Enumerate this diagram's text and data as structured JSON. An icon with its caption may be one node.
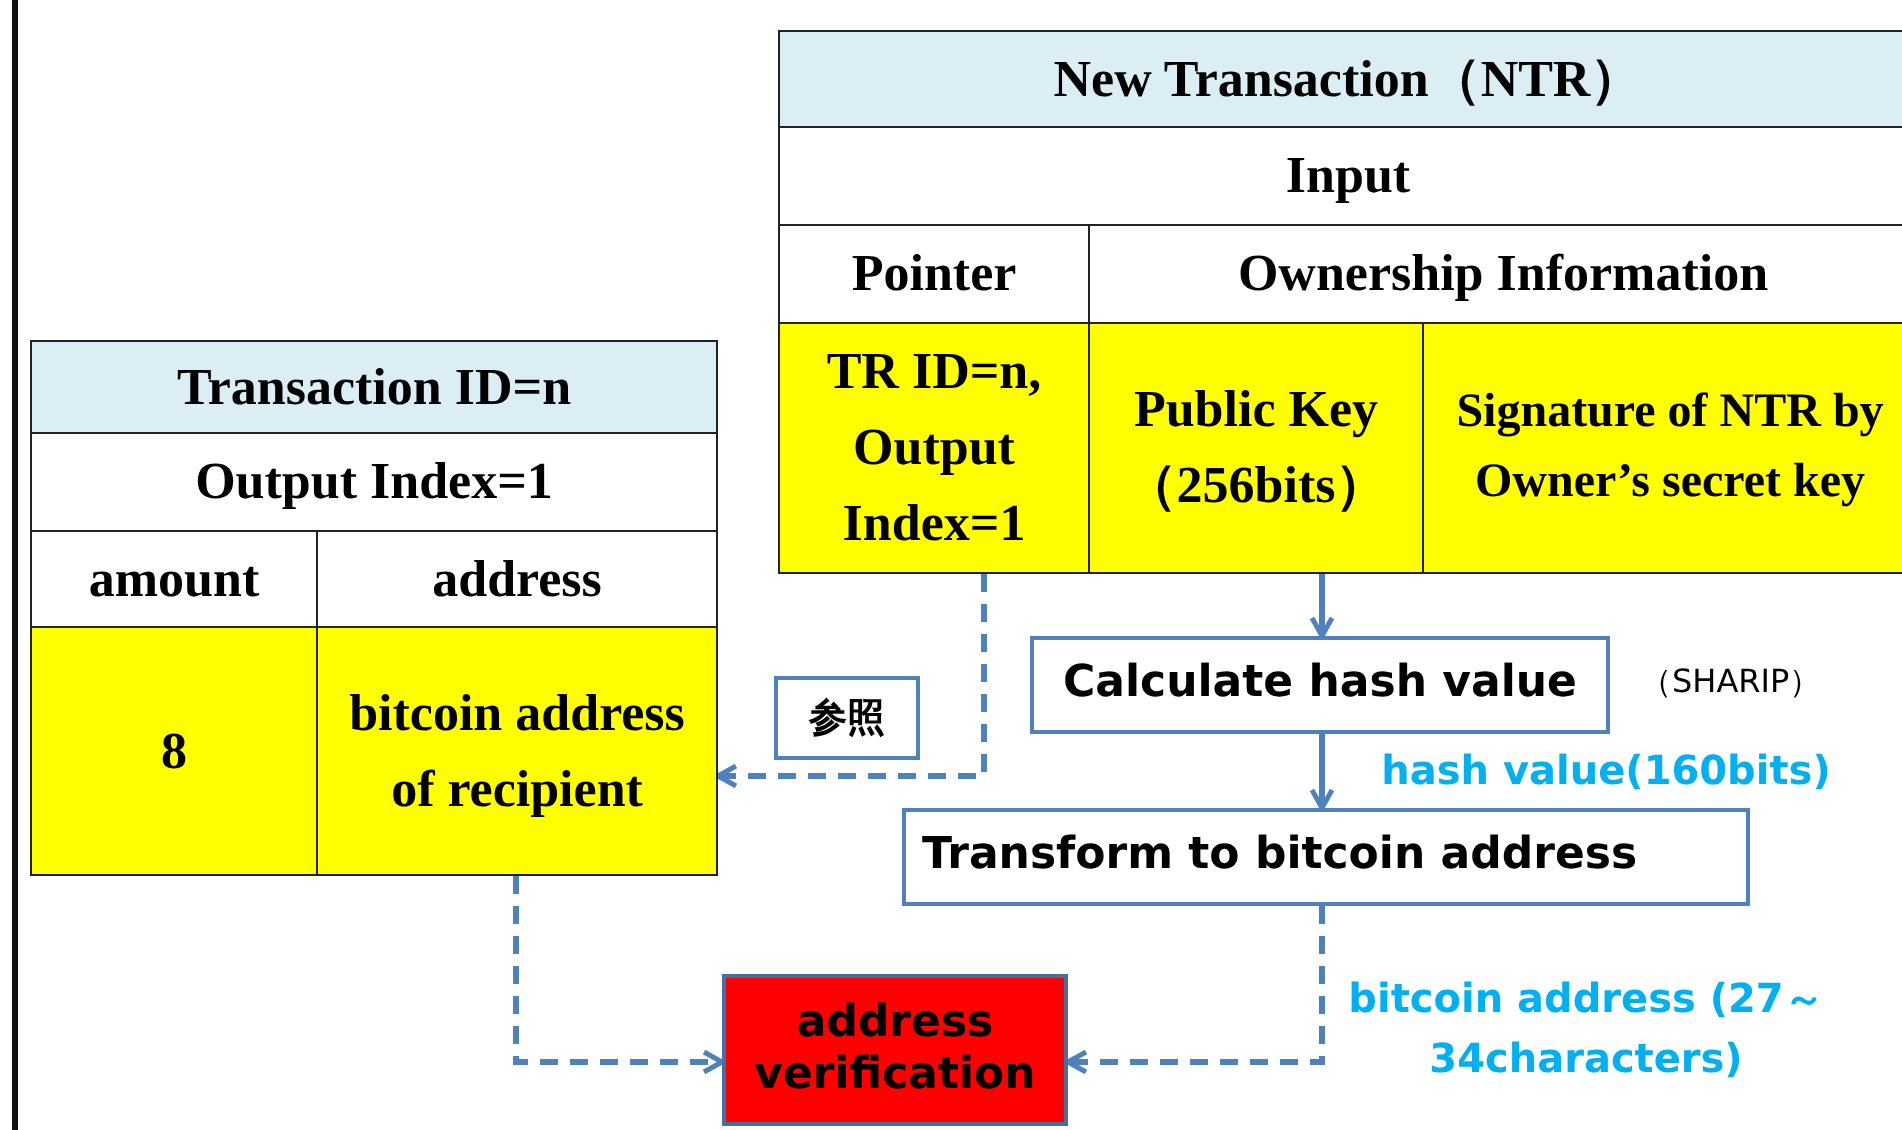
{
  "diagram": {
    "nodes": [
      {
        "text": [
          "Transaction ID=n"
        ]
      },
      {
        "text": [
          "Output Index=1"
        ]
      },
      {
        "text": [
          "amount"
        ]
      },
      {
        "text": [
          "address"
        ]
      },
      {
        "text": [
          "8"
        ]
      },
      {
        "text": [
          "bitcoin address of recipient"
        ]
      },
      {
        "text": [
          "New Transaction（NTR）"
        ]
      },
      {
        "text": [
          "Input"
        ]
      },
      {
        "text": [
          "Pointer"
        ]
      },
      {
        "text": [
          "Ownership Information"
        ]
      },
      {
        "text": [
          "TR ID=n, Output Index=1"
        ]
      },
      {
        "text": [
          "Public Key （256bits）"
        ]
      },
      {
        "text": [
          "Signature of NTR by Owner’s secret key"
        ]
      },
      {
        "text": [
          "Calculate hash value"
        ],
        "beside": [
          "（SHARIP）"
        ]
      },
      {
        "text": [
          "Transform to bitcoin address"
        ]
      },
      {
        "text": [
          "address verification"
        ]
      },
      {
        "text": [
          "参照"
        ]
      }
    ],
    "edges": [
      {
        "from": 10,
        "to": 5,
        "arrow": "to",
        "style": "dashed"
      },
      {
        "from": 11,
        "to": 13,
        "arrow": "to"
      },
      {
        "from": 13,
        "to": 14,
        "arrow": "to",
        "label": "hash value(160bits)"
      },
      {
        "from": 14,
        "to": 15,
        "arrow": "to",
        "style": "dashed",
        "label": "bitcoin address (27～34characters)"
      },
      {
        "from": 5,
        "to": 15,
        "arrow": "to",
        "style": "dashed"
      }
    ]
  }
}
